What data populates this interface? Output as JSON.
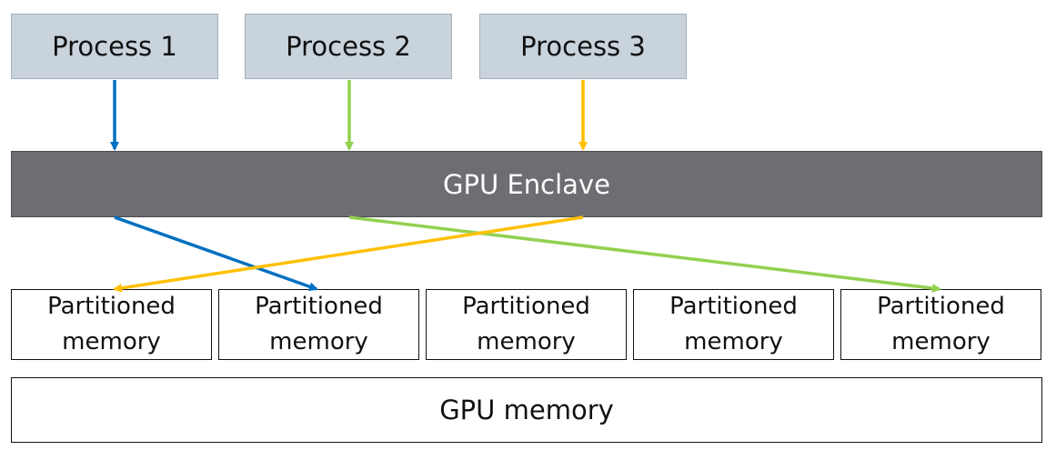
{
  "processes": [
    {
      "label": "Process 1",
      "arrow_color": "#0070c0"
    },
    {
      "label": "Process 2",
      "arrow_color": "#92d050"
    },
    {
      "label": "Process 3",
      "arrow_color": "#ffc000"
    }
  ],
  "enclave": {
    "label": "GPU Enclave",
    "color": "#6e6d72"
  },
  "partitions": [
    {
      "line1": "Partitioned",
      "line2": "memory"
    },
    {
      "line1": "Partitioned",
      "line2": "memory"
    },
    {
      "line1": "Partitioned",
      "line2": "memory"
    },
    {
      "line1": "Partitioned",
      "line2": "memory"
    },
    {
      "line1": "Partitioned",
      "line2": "memory"
    }
  ],
  "gpu_memory": {
    "label": "GPU memory"
  },
  "mappings": [
    {
      "process": "Process 1",
      "partition_index": 2
    },
    {
      "process": "Process 2",
      "partition_index": 5
    },
    {
      "process": "Process 3",
      "partition_index": 1
    }
  ]
}
